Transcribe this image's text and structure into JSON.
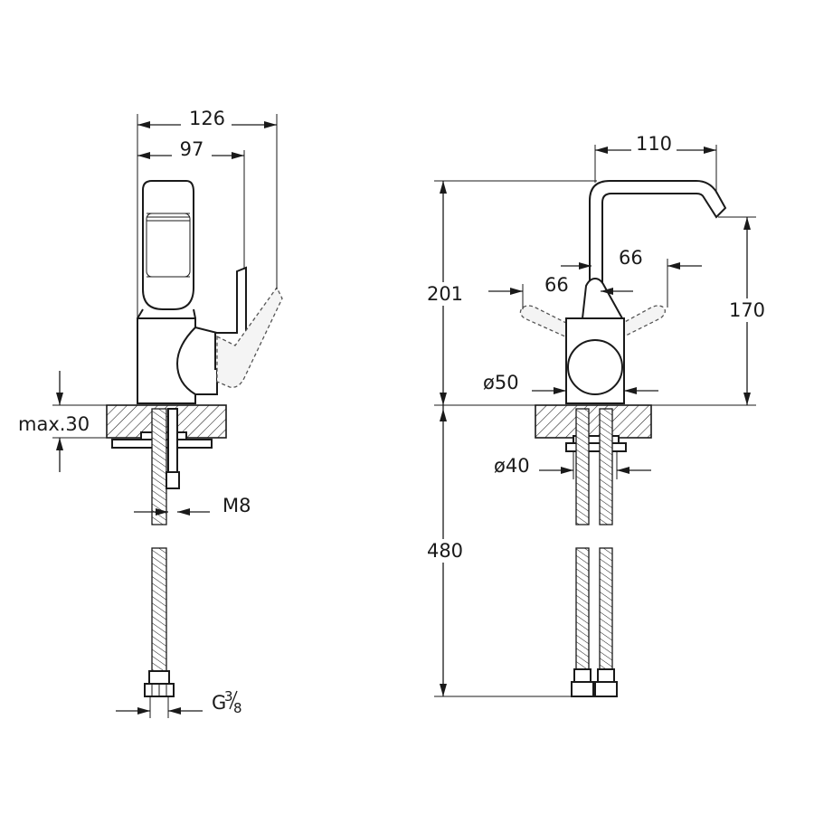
{
  "dimensions": {
    "side": {
      "overall_width": "126",
      "body_width": "97",
      "deck_thickness": "max.30",
      "stud_thread": "M8",
      "hose_connection": "G",
      "hose_fraction_num": "3",
      "hose_fraction_den": "8"
    },
    "front": {
      "spout_reach": "110",
      "total_height": "201",
      "spout_height": "170",
      "lever_left": "66",
      "lever_right": "66",
      "body_diameter": "ø50",
      "hole_diameter": "ø40",
      "hose_length": "480"
    }
  }
}
